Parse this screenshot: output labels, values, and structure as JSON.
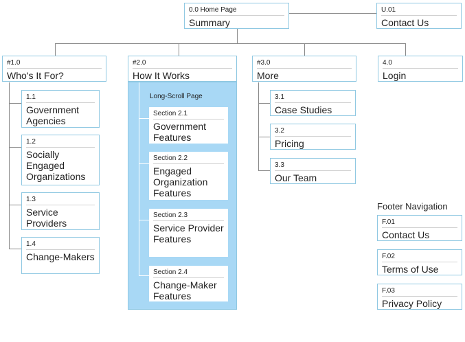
{
  "home": {
    "code": "0.0 Home Page",
    "title": "Summary"
  },
  "utility": {
    "code": "U.01",
    "title": "Contact Us"
  },
  "sections": [
    {
      "code": "#1.0",
      "title": "Who's It For?",
      "children": [
        {
          "code": "1.1",
          "title": "Government Agencies"
        },
        {
          "code": "1.2",
          "title": "Socially Engaged Organizations"
        },
        {
          "code": "1.3",
          "title": "Service Providers"
        },
        {
          "code": "1.4",
          "title": "Change-Makers"
        }
      ]
    },
    {
      "code": "#2.0",
      "title": "How It Works",
      "panel_label": "Long-Scroll Page",
      "children": [
        {
          "code": "Section 2.1",
          "title": "Government Features"
        },
        {
          "code": "Section 2.2",
          "title": "Engaged Organization Features"
        },
        {
          "code": "Section 2.3",
          "title": "Service Provider Features"
        },
        {
          "code": "Section 2.4",
          "title": "Change-Maker Features"
        }
      ]
    },
    {
      "code": "#3.0",
      "title": "More",
      "children": [
        {
          "code": "3.1",
          "title": "Case Studies"
        },
        {
          "code": "3.2",
          "title": "Pricing"
        },
        {
          "code": "3.3",
          "title": "Our Team"
        }
      ]
    },
    {
      "code": "4.0",
      "title": "Login"
    }
  ],
  "footer": {
    "heading": "Footer Navigation",
    "items": [
      {
        "code": "F.01",
        "title": "Contact Us"
      },
      {
        "code": "F.02",
        "title": "Terms of Use"
      },
      {
        "code": "F.03",
        "title": "Privacy Policy"
      }
    ]
  }
}
